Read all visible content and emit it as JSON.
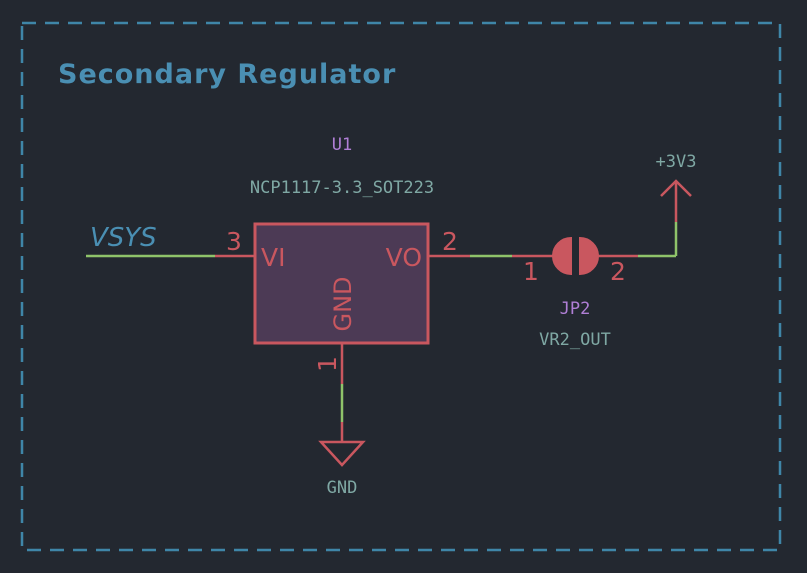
{
  "sheet": {
    "title": "Secondary Regulator",
    "colors": {
      "background": "#232830",
      "frame": "#3f86a8",
      "title": "#4a8fb3",
      "wire": "#8fc36a",
      "symbol_outline": "#c9575f",
      "symbol_fill": "#4c3a55",
      "pin_text": "#c9575f",
      "ref_text": "#b07fd6",
      "value_text": "#7fa8a4",
      "net_label": "#4a8fb3"
    }
  },
  "regulator": {
    "reference": "U1",
    "value": "NCP1117-3.3_SOT223",
    "pins": {
      "vi": {
        "name": "VI",
        "number": "3"
      },
      "vo": {
        "name": "VO",
        "number": "2"
      },
      "gnd": {
        "name": "GND",
        "number": "1"
      }
    }
  },
  "jumper": {
    "reference": "JP2",
    "value": "VR2_OUT",
    "pin1": "1",
    "pin2": "2"
  },
  "nets": {
    "input_label": "VSYS",
    "power_out": "+3V3",
    "ground": "GND"
  }
}
